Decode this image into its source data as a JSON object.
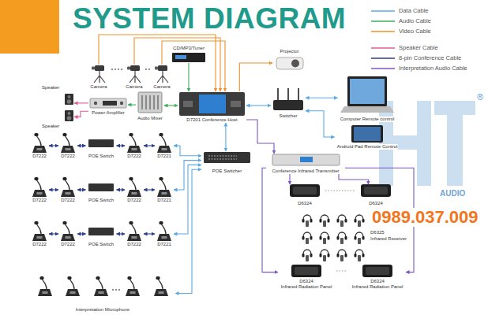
{
  "diagram": {
    "title": "SYSTEM DIAGRAM",
    "nodes": [
      {
        "text": [
          "Camera"
        ]
      },
      {
        "text": [
          "Camera"
        ]
      },
      {
        "text": [
          "Camera"
        ]
      },
      {
        "text": [
          "CD/MP3/Tuner"
        ]
      },
      {
        "text": [
          "Projector"
        ]
      },
      {
        "text": [
          "Speaker"
        ]
      },
      {
        "text": [
          "Speaker"
        ]
      },
      {
        "text": [
          "Power Amplifier"
        ]
      },
      {
        "text": [
          "Audio Mixer"
        ]
      },
      {
        "text": [
          "D7201 Conference Host"
        ]
      },
      {
        "text": [
          "Switcher"
        ]
      },
      {
        "text": [
          "Computer Remote control"
        ]
      },
      {
        "text": [
          "Android Pad Remote Control"
        ]
      },
      {
        "text": [
          "POE Switcher"
        ]
      },
      {
        "text": [
          "Conference Infrared Transmitter"
        ]
      },
      {
        "text": [
          "D6324"
        ]
      },
      {
        "text": [
          "D6324"
        ]
      },
      {
        "text": [
          "D6324",
          "Infrared Radiation Panel"
        ]
      },
      {
        "text": [
          "D6324",
          "Infrared Radiation Panel"
        ]
      },
      {
        "text": [
          "D7222"
        ]
      },
      {
        "text": [
          "D7222"
        ]
      },
      {
        "text": [
          "POE Switch"
        ]
      },
      {
        "text": [
          "D7222"
        ]
      },
      {
        "text": [
          "D7221"
        ]
      },
      {
        "text": [
          "D7222"
        ]
      },
      {
        "text": [
          "D7222"
        ]
      },
      {
        "text": [
          "POE Switch"
        ]
      },
      {
        "text": [
          "D7222"
        ]
      },
      {
        "text": [
          "D7221"
        ]
      },
      {
        "text": [
          "D7222"
        ]
      },
      {
        "text": [
          "D7222"
        ]
      },
      {
        "text": [
          "POE Switch"
        ]
      },
      {
        "text": [
          "D7222"
        ]
      },
      {
        "text": [
          "D7221"
        ]
      },
      {
        "text": [
          "Interpretation Microphone"
        ]
      }
    ],
    "edges": [
      {
        "from": 0,
        "to": 9,
        "arrow": "to"
      },
      {
        "from": 1,
        "to": 9,
        "arrow": "to"
      },
      {
        "from": 2,
        "to": 9,
        "arrow": "to"
      },
      {
        "from": 3,
        "to": 9,
        "arrow": "to"
      },
      {
        "from": 9,
        "to": 4,
        "arrow": "to"
      },
      {
        "from": 9,
        "to": 8,
        "arrow": "both"
      },
      {
        "from": 8,
        "to": 7,
        "arrow": "to"
      },
      {
        "from": 7,
        "to": 5,
        "arrow": "to"
      },
      {
        "from": 7,
        "to": 6,
        "arrow": "to"
      },
      {
        "from": 9,
        "to": 10,
        "arrow": "both"
      },
      {
        "from": 10,
        "to": 11,
        "arrow": "both"
      },
      {
        "from": 10,
        "to": 12,
        "arrow": "both"
      },
      {
        "from": 9,
        "to": 13,
        "arrow": "both"
      },
      {
        "from": 9,
        "to": 14,
        "arrow": "to"
      },
      {
        "from": 14,
        "to": 15,
        "arrow": "to"
      },
      {
        "from": 14,
        "to": 16,
        "arrow": "to"
      },
      {
        "from": 14,
        "to": 17,
        "arrow": "to"
      },
      {
        "from": 14,
        "to": 18,
        "arrow": "to"
      },
      {
        "from": 13,
        "to": 23,
        "arrow": "both"
      },
      {
        "from": 13,
        "to": 28,
        "arrow": "both"
      },
      {
        "from": 13,
        "to": 33,
        "arrow": "both"
      },
      {
        "from": 13,
        "to": 34,
        "arrow": "both"
      },
      {
        "from": 23,
        "to": 22,
        "arrow": "both"
      },
      {
        "from": 22,
        "to": 21,
        "arrow": "both"
      },
      {
        "from": 21,
        "to": 20,
        "arrow": "both"
      },
      {
        "from": 20,
        "to": 19,
        "arrow": "both"
      },
      {
        "from": 28,
        "to": 27,
        "arrow": "both"
      },
      {
        "from": 27,
        "to": 26,
        "arrow": "both"
      },
      {
        "from": 26,
        "to": 25,
        "arrow": "both"
      },
      {
        "from": 25,
        "to": 24,
        "arrow": "both"
      },
      {
        "from": 33,
        "to": 32,
        "arrow": "both"
      },
      {
        "from": 32,
        "to": 31,
        "arrow": "both"
      },
      {
        "from": 31,
        "to": 30,
        "arrow": "both"
      },
      {
        "from": 30,
        "to": 29,
        "arrow": "both"
      }
    ],
    "labels": [
      "D6325",
      "Infrared Receiver",
      "AUDIO",
      "0989.037.009",
      "®"
    ],
    "legend": [
      {
        "text": "Data Cable"
      },
      {
        "text": "Audio Cable"
      },
      {
        "text": "Video Cable"
      },
      {
        "text": "Speaker Cable"
      },
      {
        "text": "8-pin Conference Cable"
      },
      {
        "text": "Interpretation Audio Cable"
      }
    ]
  }
}
